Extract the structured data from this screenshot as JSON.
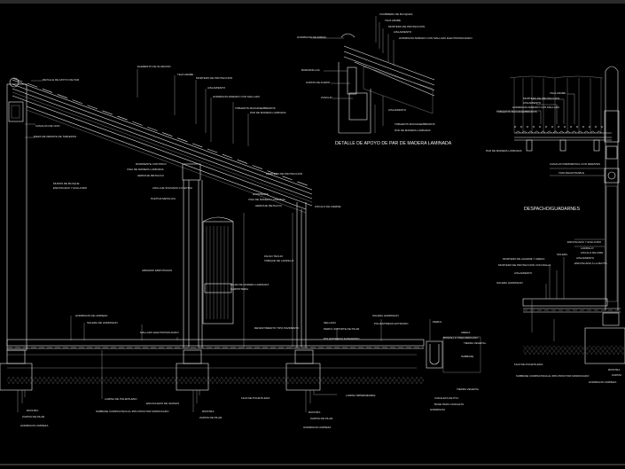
{
  "titles": {
    "detail": "DETALLE DE APOYO DE PAR DE MADERA LAMINADA",
    "room": "DESPACHO/GUADARNES"
  },
  "detail_labels": [
    "CUMBRERA DE BLOQUES",
    "TEJA ARABE",
    "MORTERO DE PROTECCION",
    "AISLAMIENTO",
    "HORMIGON ARMADO CON MALLAZO ELECTROSOLDADO",
    "HORMIGON DE ARENA",
    "BARANDILLAS",
    "ZAPATA DE ACERO",
    "ZUNCHO",
    "AISLAMIENTO",
    "TABLEROS MACHIHEMBRADOS",
    "PAR DE MADERA LAMINADA"
  ],
  "roof_labels": [
    "DETALLE DE APOYO DE PAR",
    "ELEMENTO DE SUJECION",
    "TEJA ARABE",
    "MORTERO DE PROTECCION",
    "AISLAMIENTO",
    "HORMIGON ARMADO CON MALLAZO",
    "TABLEROS MACHIHEMBRADOS",
    "PAR DE MADERA LAMINADA",
    "CANALON DE CINC",
    "PIEZA DE REMATE DE TABLEROS",
    "DURMIENTE CONTINUO",
    "VIGA DE MADERA LAMINADA",
    "HERRAJE METALICO",
    "ANCLAJE SOLDADO A PLETINA",
    "PLETINA METALICA",
    "MORTERO DE PROTECCION",
    "ZOCALO DE CIERRE",
    "DURMIENTE",
    "VIGA DE MADERA LAMINADA",
    "HERRAJE METALICO",
    "FALSO TECHO",
    "TABIQUE DE LADRILLO",
    "PILAR DE MADERA LAMINADA",
    "CARPINTERIA",
    "ARMARIO EMPOTRADO",
    "MUROS DE BLOQUE",
    "ENFOSCADO Y ENLUCIDO"
  ],
  "floor_labels": [
    "HORMIGON DE LIMPIEZA",
    "SOLERA DE HORMIGON",
    "MALLAZO ELECTROSOLDADO",
    "LAMINA DE POLIETILENO",
    "ZAPATA DE PILAR",
    "RIOSTRA",
    "HORMIGON LIMPIEZA",
    "ZAPATA DE PILAR",
    "RIOSTRA",
    "ENCACHADO DE GRAVAS",
    "SUBBASE COMPACTADA AL 95% PROCTOR MODIFICADO",
    "FILM DE POLIETILENO",
    "RIOSTRA",
    "ZAPATA DE PILAR",
    "HORMIGON LIMPIEZA",
    "SELLADO",
    "PERFIL SOPORTE DE PILAR",
    "POLIESTIRENO EXPANDIDO",
    "REVESTIMIENTO TIPO PAVIMENTO",
    "SOLERA HORMIGON",
    "POLIESTIRENO EXTRUIDO",
    "PERFIL",
    "BORDILLO PREFABRICADO",
    "CANALETA DE PVC",
    "BASE PARA CANALETA",
    "HORMIGON",
    "TIERRA VEGETAL",
    "LAMINA IMPERMEABLE"
  ],
  "right_labels": [
    "TEJA ARABE",
    "MORTERO DE PROTECCION",
    "AISLAMIENTO",
    "HORMIGON ARMADO CON MALLAZO",
    "TABLEROS MACHIHEMBRADOS",
    "PAR DE MADERA LAMINADA",
    "CANALON PERIMETRAL CON REMATES",
    "TAPA REGISTRABLE",
    "ENFOSCADO Y ENLUCIDO",
    "LADRILLO",
    "ZOCALO DE CIRE",
    "AISLAMIENTO",
    "ENFOSCADO A LA MAYTA",
    "SOLERA",
    "MORTERO DE AGARRE Y ARENA",
    "MORTERO DE PROTECCION CON MALLA",
    "AISLAMIENTO",
    "SOLERA HORMIGON",
    "FILM DE POLIETILENO",
    "SUBBASE COMPACTADA AL 95% PROCTOR MODIFICADO",
    "RIOSTRA",
    "ZAPATA",
    "HORMIGON LIMPIEZA",
    "SUBBASE",
    "TIERRA VEGETAL",
    "ARENA"
  ]
}
